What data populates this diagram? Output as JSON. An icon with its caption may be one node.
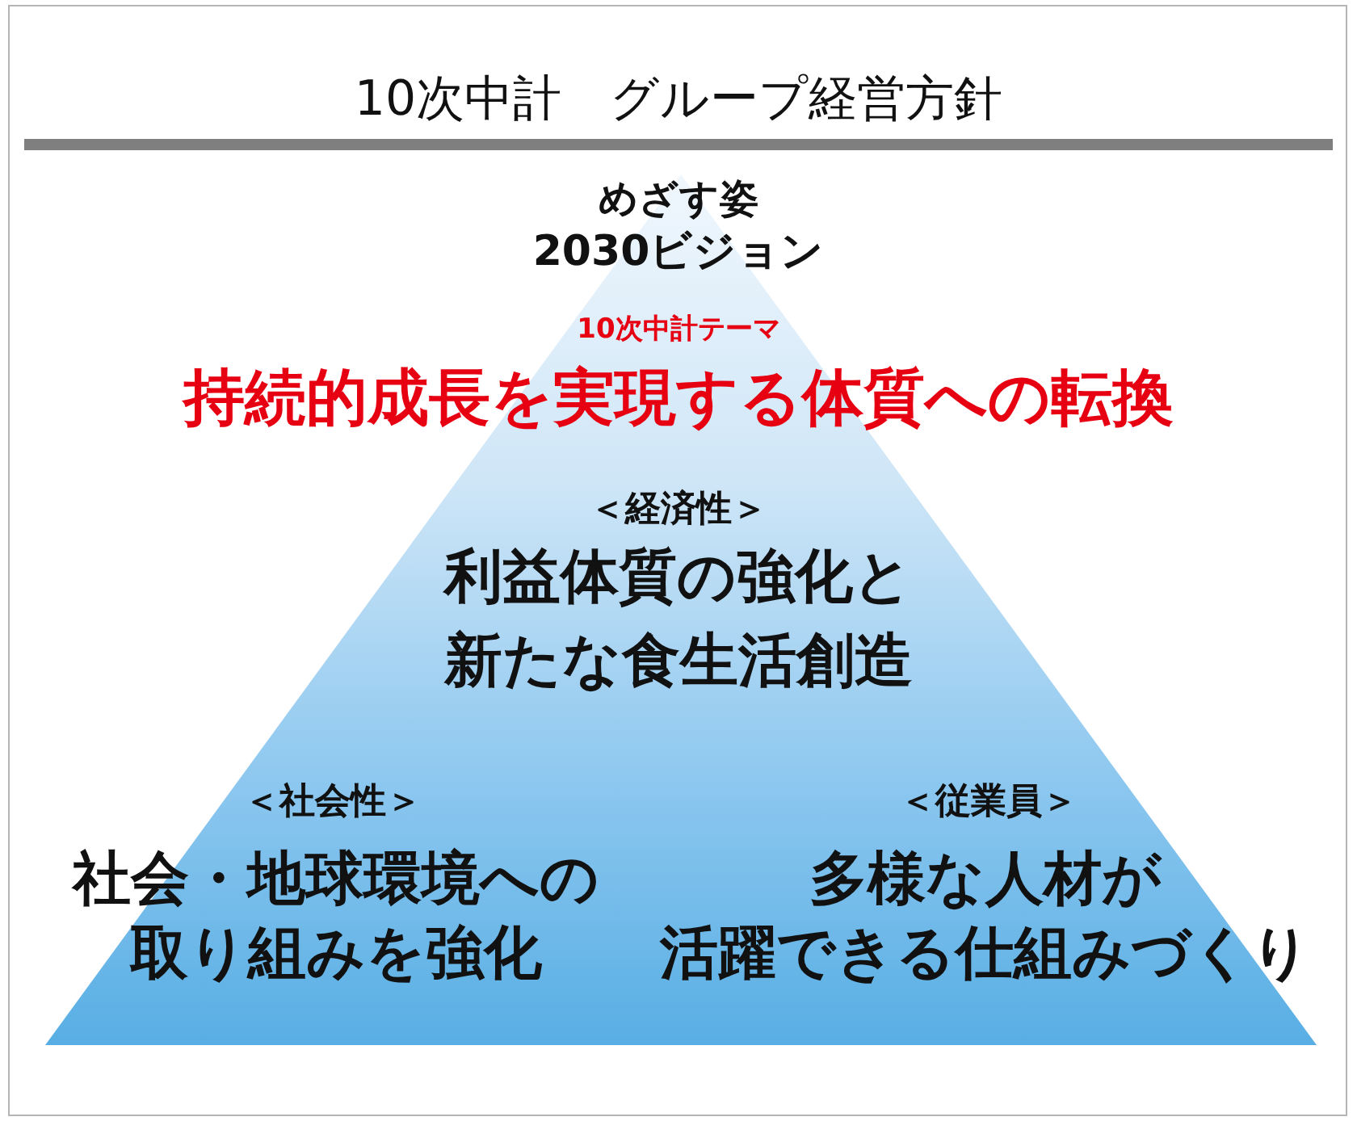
{
  "diagram": {
    "title": "10次中計　グループ経営方針",
    "nodes": [
      {
        "text": [
          "めざす姿",
          "2030ビジョン",
          "10次中計テーマ",
          "持続的成長を実現する体質への転換",
          "＜経済性＞",
          "利益体質の強化と新たな食生活創造",
          "＜社会性＞",
          "社会・地球環境への取り組みを強化",
          "＜従業員＞",
          "多様な人材が活躍できる仕組みづくり"
        ]
      }
    ]
  }
}
